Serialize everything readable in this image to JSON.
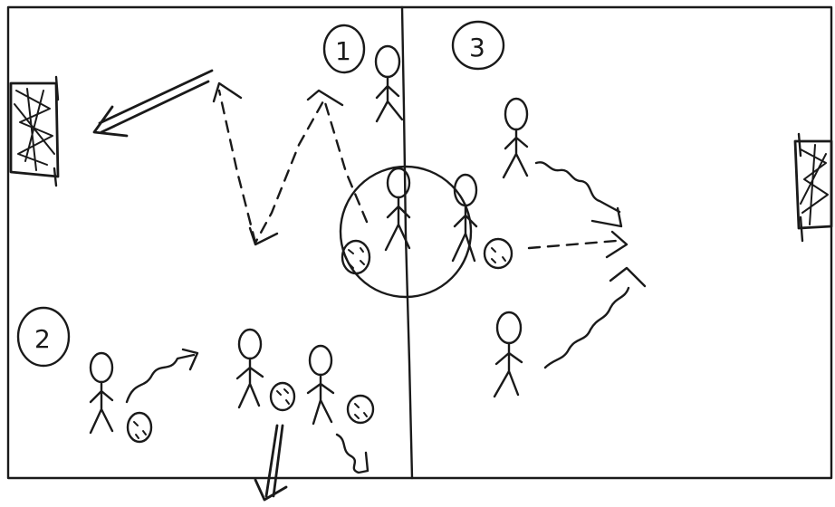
{
  "diagram": {
    "ink_color": "#1a1a1a",
    "background": "#ffffff",
    "stage_labels": [
      "1",
      "2",
      "3"
    ]
  }
}
